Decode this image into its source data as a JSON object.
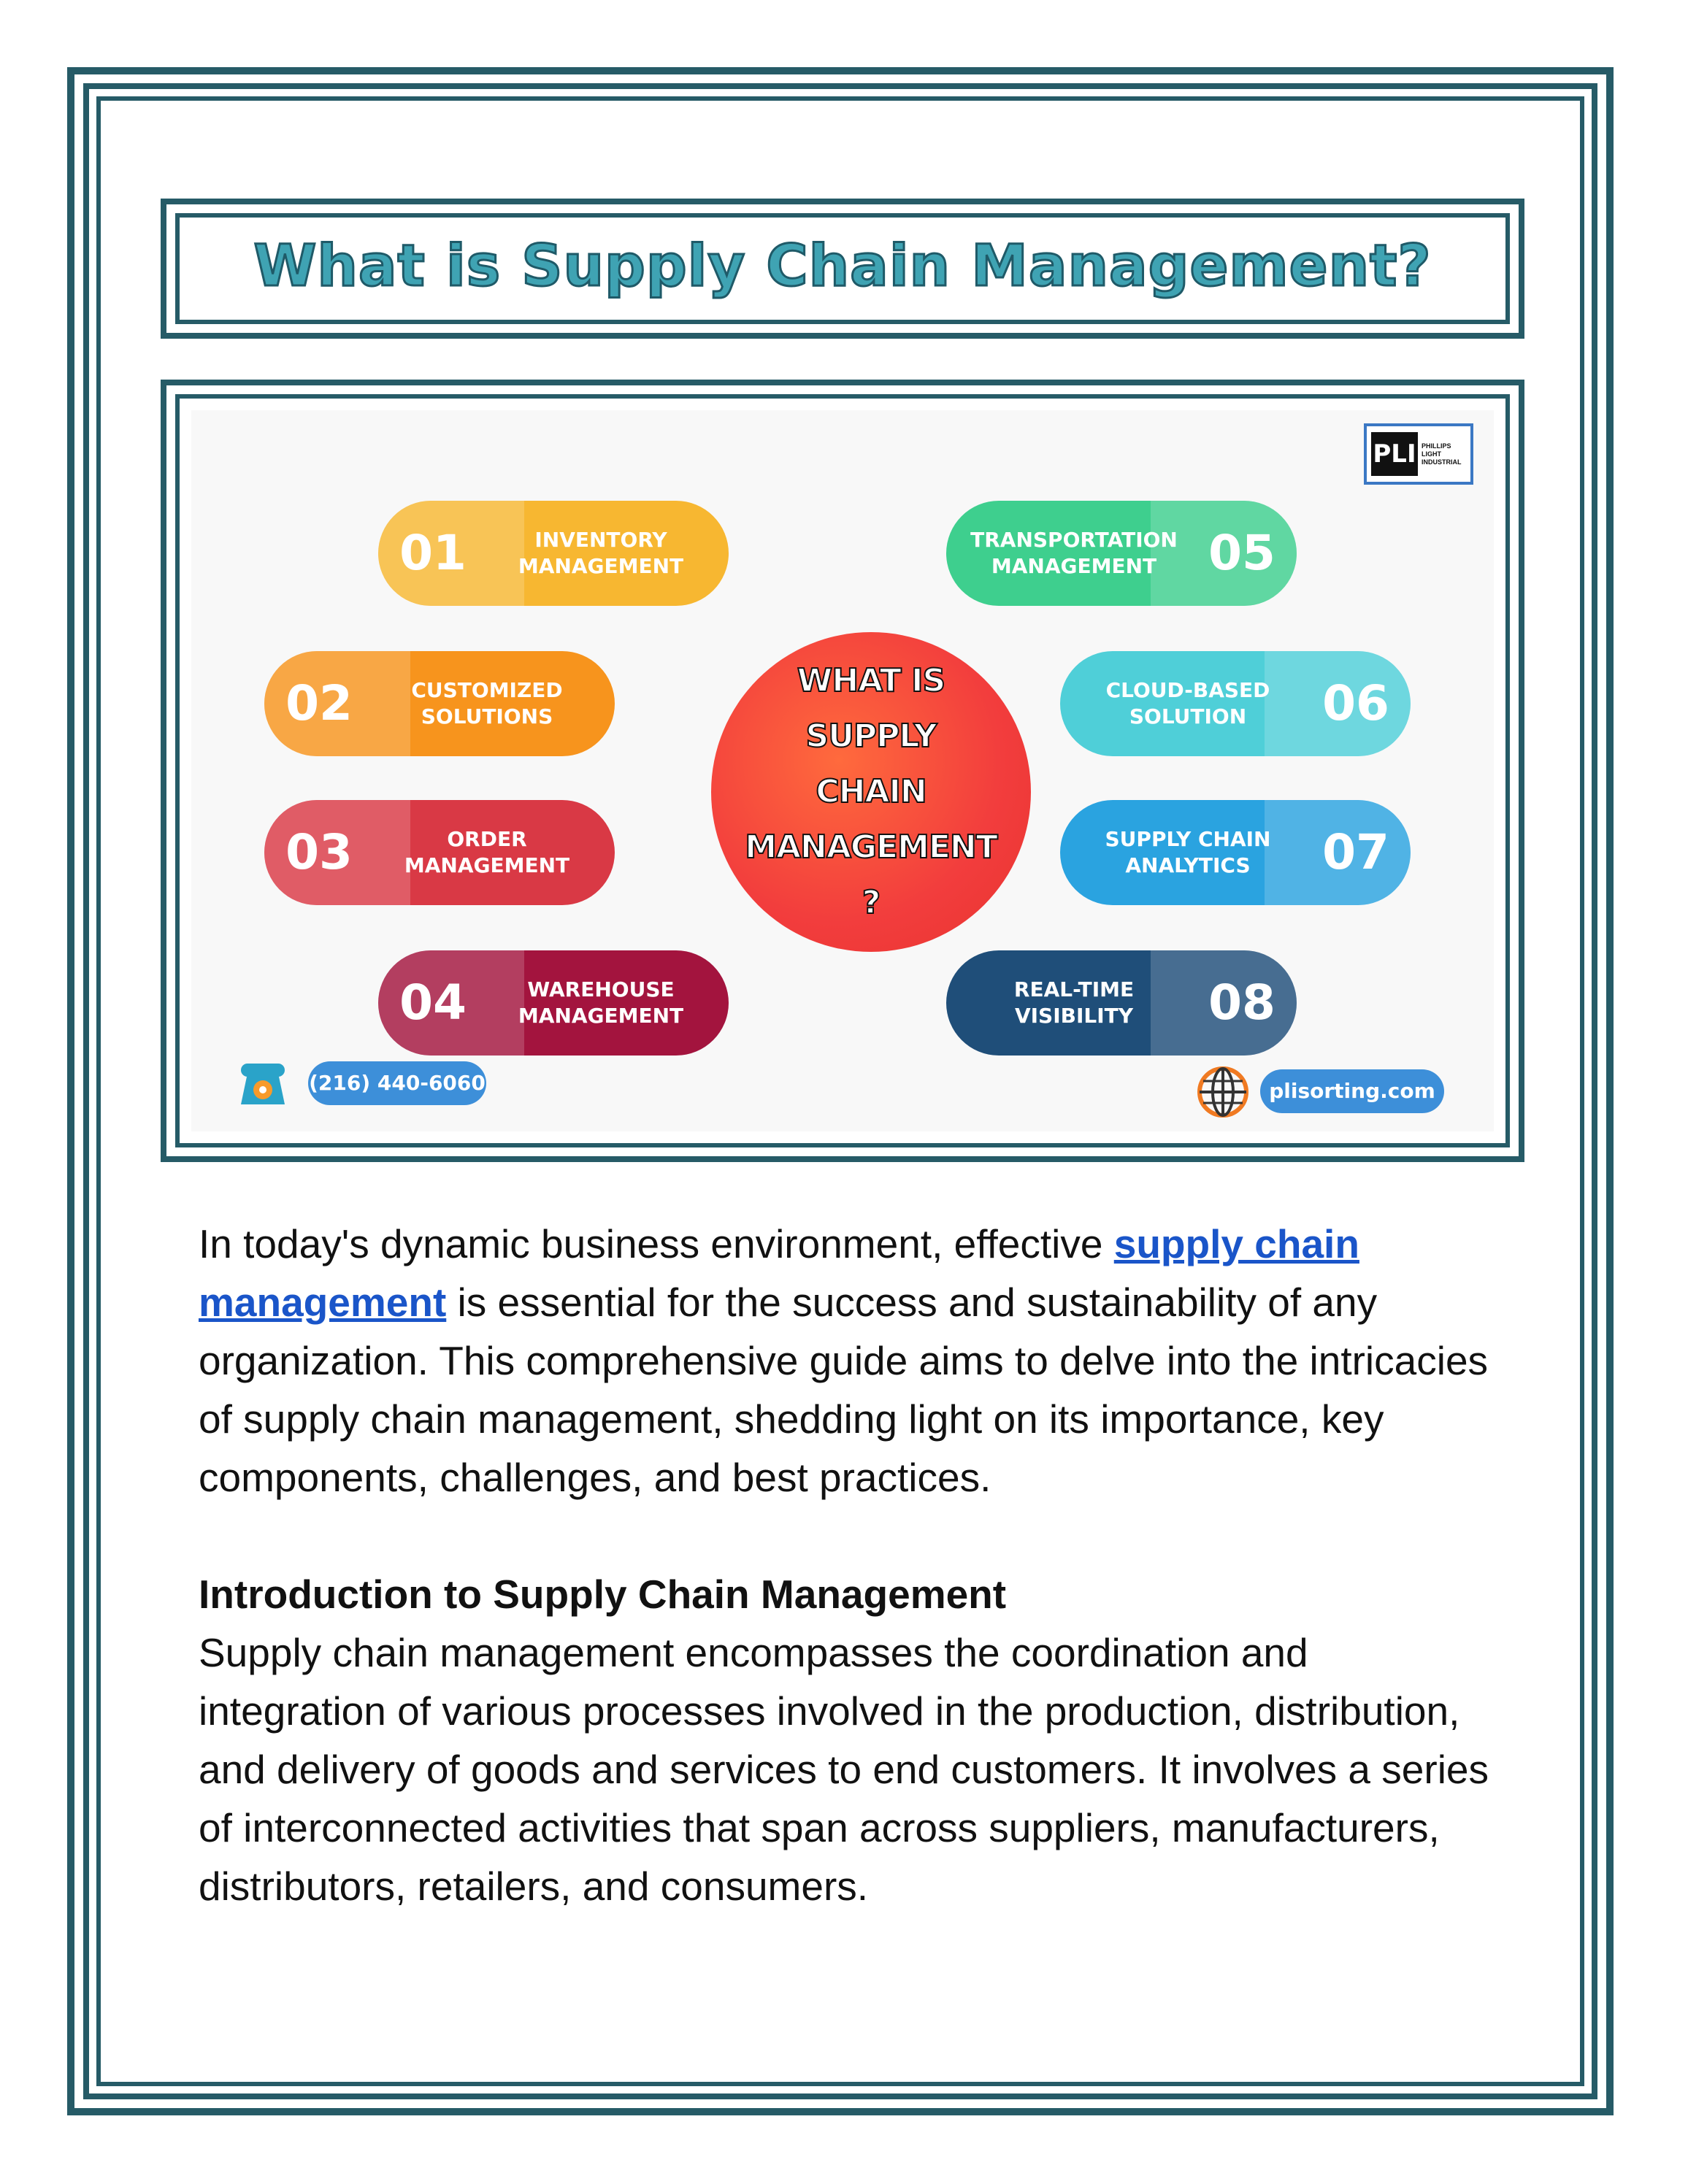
{
  "title": "What is Supply Chain Management?",
  "infographic": {
    "center_lines": [
      "WHAT IS",
      "SUPPLY",
      "CHAIN",
      "MANAGEMENT",
      "?"
    ],
    "logo": {
      "mark": "PLI",
      "name": "PHILLIPS LIGHT INDUSTRIAL"
    },
    "items": [
      {
        "num": "01",
        "line1": "INVENTORY",
        "line2": "MANAGEMENT",
        "color": "#f7b731"
      },
      {
        "num": "02",
        "line1": "CUSTOMIZED",
        "line2": "SOLUTIONS",
        "color": "#f7941d"
      },
      {
        "num": "03",
        "line1": "ORDER",
        "line2": "MANAGEMENT",
        "color": "#d93945"
      },
      {
        "num": "04",
        "line1": "WAREHOUSE",
        "line2": "MANAGEMENT",
        "color": "#a3143e"
      },
      {
        "num": "05",
        "line1": "TRANSPORTATION",
        "line2": "MANAGEMENT",
        "color": "#3ecf8e"
      },
      {
        "num": "06",
        "line1": "CLOUD-BASED",
        "line2": "SOLUTION",
        "color": "#4fcfd8"
      },
      {
        "num": "07",
        "line1": "SUPPLY CHAIN",
        "line2": "ANALYTICS",
        "color": "#2aa3e0"
      },
      {
        "num": "08",
        "line1": "REAL-TIME",
        "line2": "VISIBILITY",
        "color": "#1f4e79"
      }
    ],
    "phone": "(216) 440-6060",
    "website": "plisorting.com"
  },
  "body": {
    "intro_before": "In today's dynamic business environment, effective ",
    "intro_link": "supply chain management",
    "intro_after": " is essential for the success and sustainability of any organization. This comprehensive guide aims to delve into the intricacies of supply chain management, shedding light on its importance, key components, challenges, and best practices.",
    "heading": "Introduction to Supply Chain Management",
    "paragraph": "Supply chain management encompasses the coordination and integration of various processes involved in the production, distribution, and delivery of goods and services to end customers. It involves a series of interconnected activities that span across suppliers, manufacturers, distributors, retailers, and consumers."
  }
}
